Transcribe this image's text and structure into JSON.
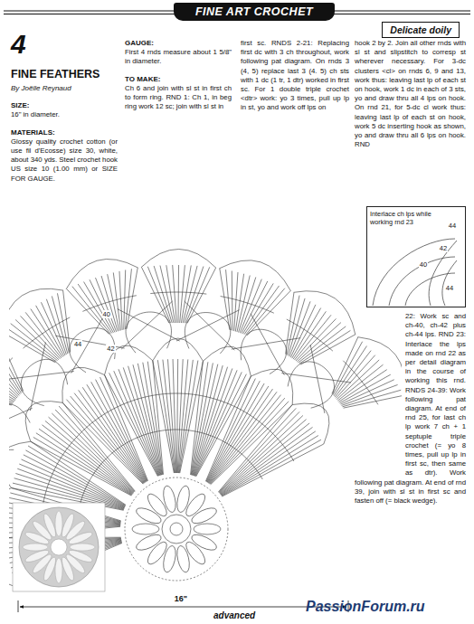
{
  "diagram": {
    "title": "FINE FEATHERS",
    "nodes": [
      {
        "text": [
          "FINE ART CROCHET"
        ]
      },
      {
        "text": [
          "Delicate doily"
        ]
      },
      {
        "text": [
          "Interlace ch lps while working rnd 23"
        ]
      }
    ],
    "labels": [
      "4",
      "By Joëlle Reynaud",
      "SIZE:",
      "16\" in diameter.",
      "MATERIALS:",
      "Glossy quality crochet cotton (or use fil d'Ecosse) size 30, white, about 340 yds. Steel crochet hook US size 10 (1.00 mm) or SIZE FOR GAUGE.",
      "GAUGE:",
      "First 4 rnds measure about 1 5/8\" in diameter.",
      "TO MAKE:",
      "Ch 6 and join with sl st in first ch to form ring. RND 1: Ch 1, in beg ring work 12 sc; join with sl st in",
      "first sc. RNDS 2-21: Replacing first dc with 3 ch throughout, work following pat diagram. On rnds 3 (4, 5) replace last 3 (4. 5) ch sts with 1 dc (1 tr, 1 dtr) worked in first sc. For 1 double triple crochet <dtr> work: yo 3 times, pull up lp in st, yo and work off lps on",
      "hook 2 by 2. Join all other rnds with sl st and slipstitch to corresp st wherever necessary. For 3-dc clusters <cl> on rnds 6, 9 and 13, work thus: leaving last lp of each st on hook, work 1 dc in each of 3 sts, yo and draw thru all 4 lps on hook. On rnd 21, for 5-dc cl work thus: leaving last lp of each st on hook, work 5 dc inserting hook as shown, yo and draw thru all 6 lps on hook. RND",
      "22: Work sc and ch-40, ch-42 plus ch-44 lps. RND 23: Interlace the lps made on rnd 22 as per detail diagram in the course of working this rnd. RNDS 24-39: Work following pat diagram. At end of rnd 25, for last ch lp work 7 ch + 1 septuple triple crochet (= yo 8 times, pull up lp in first sc, then same as dtr). Work following pat diagram. At end of rnd 39, join with sl st in first sc and fasten off (= black wedge).",
      "44",
      "42",
      "40",
      "44",
      "44",
      "42",
      "40",
      "44",
      "42",
      "40",
      "16\"",
      "advanced",
      "PassionForum.ru"
    ]
  }
}
